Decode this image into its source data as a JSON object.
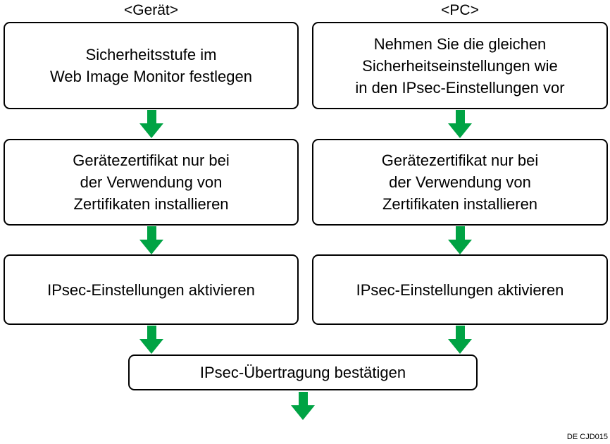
{
  "colors": {
    "arrow_green": "#00A344",
    "box_border": "#000000",
    "text": "#000000"
  },
  "flowchart": {
    "columns": [
      {
        "header": "<Gerät>",
        "boxes": [
          "Sicherheitsstufe im\nWeb Image Monitor festlegen",
          "Gerätezertifikat nur bei\nder Verwendung von\nZertifikaten installieren",
          "IPsec-Einstellungen aktivieren"
        ]
      },
      {
        "header": "<PC>",
        "boxes": [
          "Nehmen Sie die gleichen\nSicherheitseinstellungen wie\nin den IPsec-Einstellungen vor",
          "Gerätezertifikat nur bei\nder Verwendung von\nZertifikaten installieren",
          "IPsec-Einstellungen aktivieren"
        ]
      }
    ],
    "merge_box": "IPsec-Übertragung bestätigen",
    "figure_code": "DE CJD015"
  }
}
